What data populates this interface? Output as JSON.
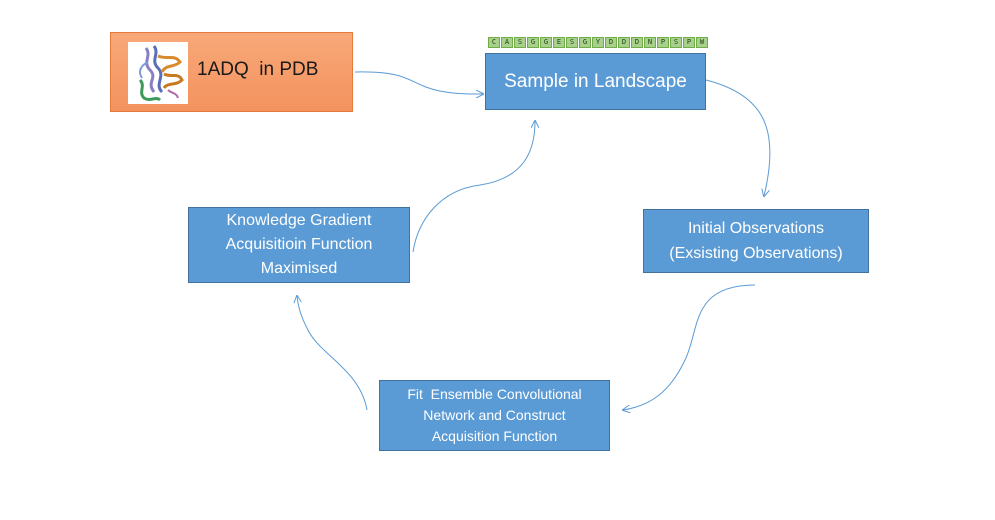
{
  "pdb_source": {
    "label": "1ADQ  in PDB"
  },
  "sequence": [
    "C",
    "A",
    "S",
    "G",
    "G",
    "E",
    "S",
    "G",
    "Y",
    "D",
    "D",
    "D",
    "N",
    "P",
    "S",
    "P",
    "W"
  ],
  "nodes": {
    "sample": "Sample in Landscape",
    "initial": [
      "Initial Observations",
      "(Exsisting Observations)"
    ],
    "fit": [
      "Fit  Ensemble Convolutional",
      "Network and Construct",
      "Acquisition Function"
    ],
    "knowledge": [
      "Knowledge Gradient",
      "Acquisitioin Function",
      "Maximised"
    ]
  },
  "colors": {
    "box_fill": "#5b9bd5",
    "box_border": "#41719c",
    "pdb_fill": "#f4a070",
    "arrow": "#5b9bd5",
    "sequence_cell": "#a8d08d"
  }
}
